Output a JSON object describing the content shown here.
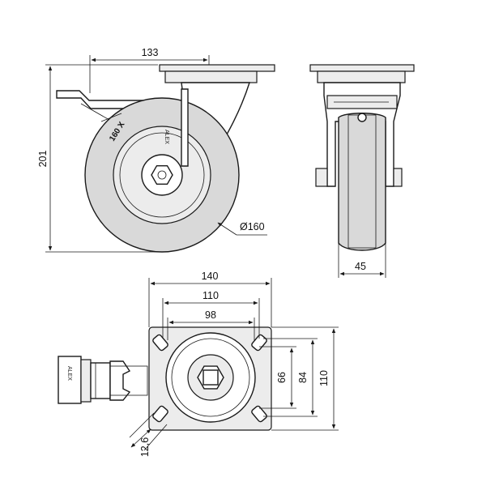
{
  "dimensions": {
    "plate_offset": "133",
    "overall_height": "201",
    "wheel_diameter": "Ø160",
    "wheel_width": "45",
    "plate_width": "140",
    "hole_spacing_x": "110",
    "hole_spacing_inner_x": "98",
    "plate_depth": "110",
    "hole_spacing_y": "84",
    "hole_spacing_inner_y": "66",
    "slot_width": "12,6"
  },
  "labels": {
    "wheel_size_mark": "160 X",
    "brand_side": "ALEX",
    "brand_brake": "ALEX"
  }
}
